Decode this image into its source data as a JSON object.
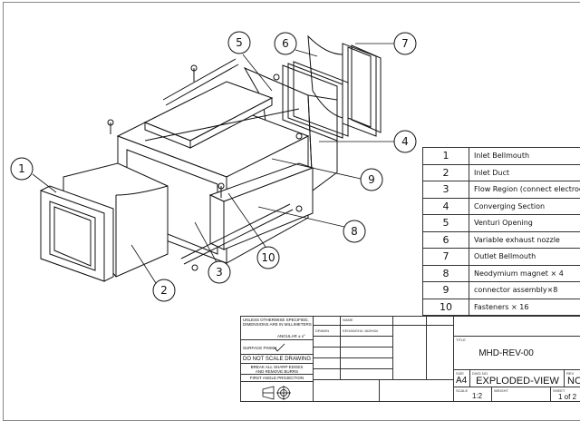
{
  "bom": [
    {
      "no": "1",
      "desc": "Inlet Bellmouth"
    },
    {
      "no": "2",
      "desc": "Inlet Duct"
    },
    {
      "no": "3",
      "desc": "Flow Region (connect electrodes"
    },
    {
      "no": "4",
      "desc": "Converging Section"
    },
    {
      "no": "5",
      "desc": "Venturi Opening"
    },
    {
      "no": "6",
      "desc": "Variable exhaust nozzle"
    },
    {
      "no": "7",
      "desc": "Outlet Bellmouth"
    },
    {
      "no": "8",
      "desc": "Neodymium magnet × 4"
    },
    {
      "no": "9",
      "desc": "connector assembly×8"
    },
    {
      "no": "10",
      "desc": "Fasteners × 16"
    }
  ],
  "balloons": [
    "1",
    "2",
    "3",
    "4",
    "5",
    "6",
    "7",
    "8",
    "9",
    "10"
  ],
  "title_block": {
    "tolerance_note": "UNLESS OTHERWISE SPECIFIED, DIMENSIONS ARE IN MILLIMETERS",
    "angular": "ANGULAR ± x°",
    "surface_finish": "SURFACE FINISH",
    "no_scale": "DO NOT SCALE DRAWING",
    "break_edges": "BREAK ALL SHARP EDGES AND REMOVE BURRS",
    "projection": "FIRST ANGLE PROJECTION",
    "name_label": "NAME",
    "drawn_label": "DRAWN",
    "drawn_name": "KEHANGHU JADHAV",
    "title_label": "TITLE",
    "title": "MHD-REV-00",
    "size_label": "SIZE",
    "size": "A4",
    "dwg_label": "DWG NO.",
    "dwg_no": "EXPLODED-VIEW",
    "rev_label": "REV",
    "rev": "NC",
    "scale_label": "SCALE",
    "scale": "1:2",
    "weight_label": "WEIGHT",
    "sheet_label": "SHEET",
    "sheet": "1 of 2"
  }
}
